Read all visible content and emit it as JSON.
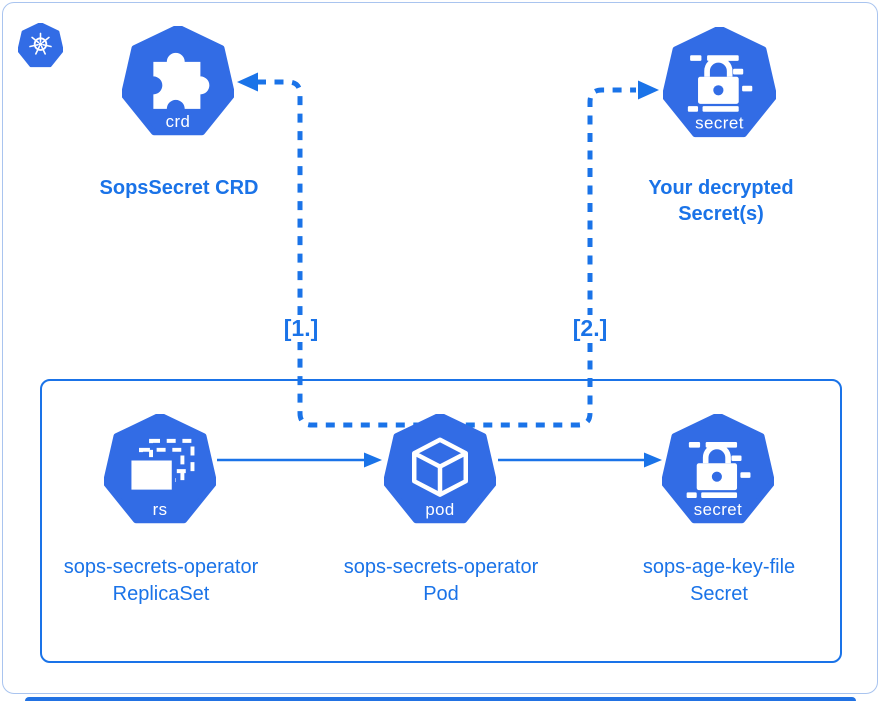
{
  "colors": {
    "kubernetes_blue": "#326ce5",
    "line_blue": "#1a73e8",
    "frame_border": "#a9c4ef",
    "inner_box_border": "#1a73e8",
    "background": "#ffffff"
  },
  "icons": {
    "kubernetes": "kubernetes-helm-wheel-icon",
    "crd": "puzzle-piece-icon",
    "secret": "padlock-with-lines-icon",
    "replicaset": "stacked-replicas-icon",
    "pod": "cube-icon"
  },
  "nodes": {
    "crd": {
      "badge": "crd",
      "label": "SopsSecret CRD"
    },
    "decrypted_secret": {
      "badge": "secret",
      "label_line1": "Your decrypted",
      "label_line2": "Secret(s)"
    },
    "replicaset": {
      "badge": "rs",
      "label_line1": "sops-secrets-operator",
      "label_line2": "ReplicaSet"
    },
    "pod": {
      "badge": "pod",
      "label_line1": "sops-secrets-operator",
      "label_line2": "Pod"
    },
    "age_key_secret": {
      "badge": "secret",
      "label_line1": "sops-age-key-file",
      "label_line2": "Secret"
    }
  },
  "steps": {
    "step1": "[1.]",
    "step2": "[2.]"
  }
}
